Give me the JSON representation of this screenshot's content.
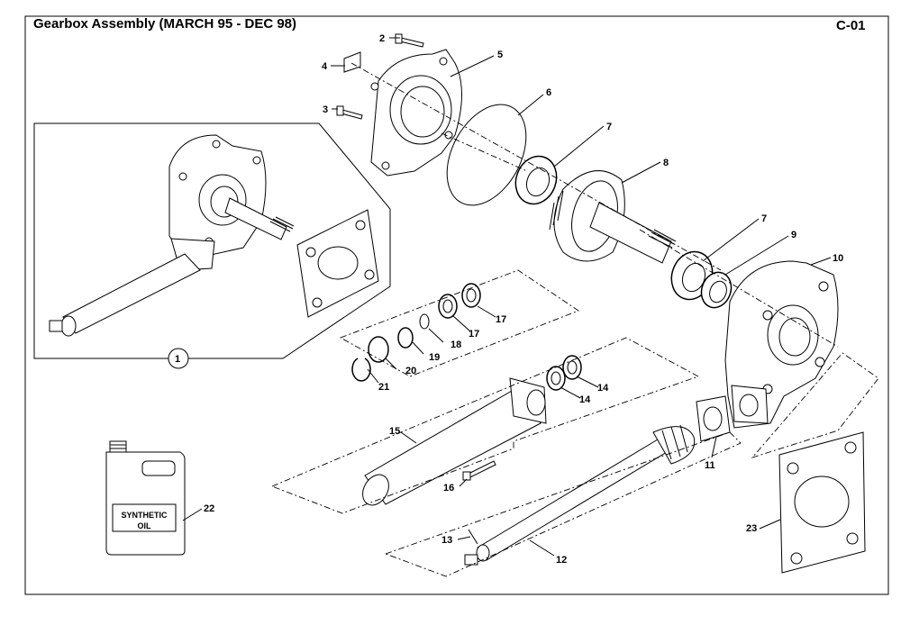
{
  "title": "Gearbox Assembly (MARCH 95 - DEC 98)",
  "page_id": "C-01",
  "oil_label_line1": "SYNTHETIC",
  "oil_label_line2": "OIL",
  "callouts": {
    "c1": "1",
    "c2": "2",
    "c3": "3",
    "c4": "4",
    "c5": "5",
    "c6": "6",
    "c7a": "7",
    "c7b": "7",
    "c8": "8",
    "c9": "9",
    "c10": "10",
    "c11": "11",
    "c12": "12",
    "c13": "13",
    "c14a": "14",
    "c14b": "14",
    "c15": "15",
    "c16": "16",
    "c17a": "17",
    "c17b": "17",
    "c18": "18",
    "c19": "19",
    "c20": "20",
    "c21": "21",
    "c22": "22",
    "c23": "23"
  }
}
